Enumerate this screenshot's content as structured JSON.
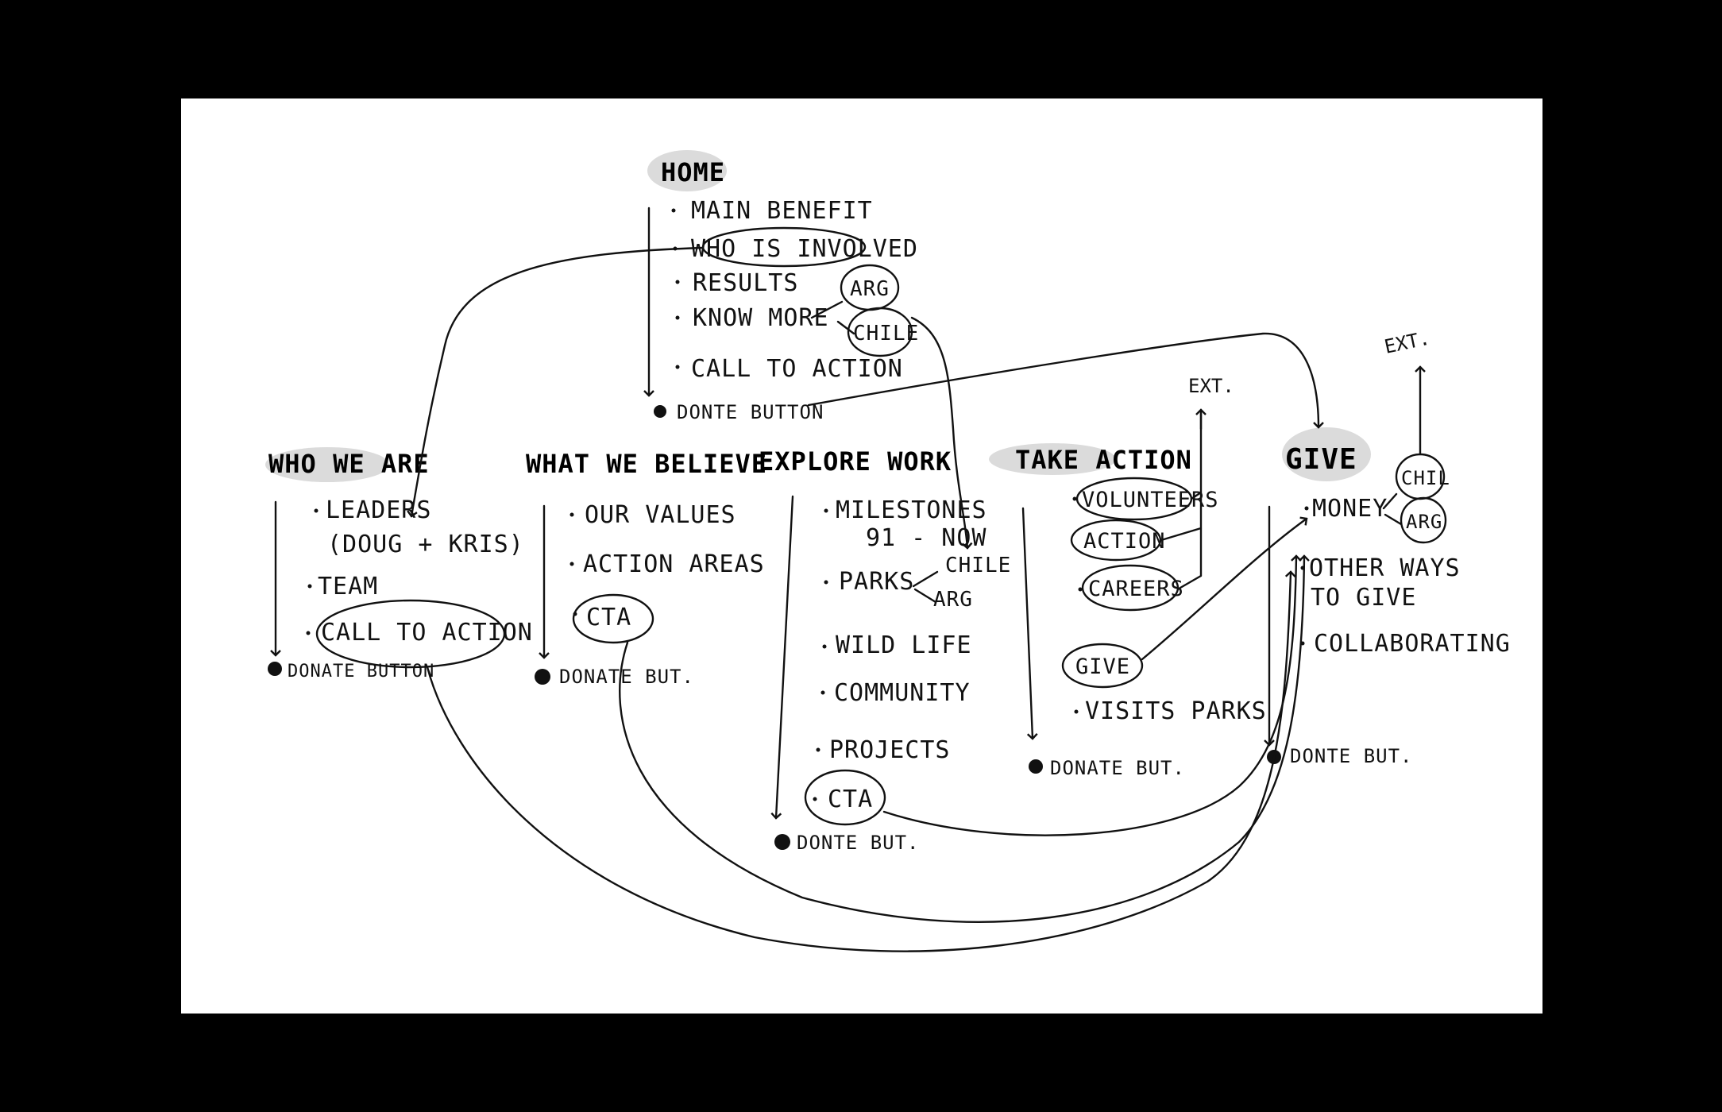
{
  "home": {
    "title": "HOME",
    "items": [
      "MAIN BENEFIT",
      "WHO IS INVOLVED",
      "RESULTS",
      "KNOW MORE",
      "CALL TO ACTION"
    ],
    "donate": "DONTE BUTTON",
    "country_a": "ARG",
    "country_b": "CHILE"
  },
  "who_we_are": {
    "title": "WHO WE ARE",
    "items": [
      "LEADERS",
      "(DOUG + KRIS)",
      "TEAM",
      "CALL TO ACTION"
    ],
    "donate": "DONATE BUTTON"
  },
  "what_we_believe": {
    "title": "WHAT WE BELIEVE",
    "items": [
      "OUR VALUES",
      "ACTION AREAS",
      "CTA"
    ],
    "donate": "DONATE BUT."
  },
  "explore_work": {
    "title": "EXPLORE WORK",
    "items": [
      "MILESTONES",
      "91 - NOW",
      "PARKS",
      "CHILE",
      "ARG",
      "WILD LIFE",
      "COMMUNITY",
      "PROJECTS",
      "CTA"
    ],
    "donate": "DONTE BUT."
  },
  "take_action": {
    "title": "TAKE ACTION",
    "items": [
      "VOLUNTEERS",
      "ACTION",
      "CAREERS",
      "GIVE",
      "VISITS PARKS"
    ],
    "ext": "EXT.",
    "donate": "DONATE BUT."
  },
  "give": {
    "title": "GIVE",
    "items": [
      "MONEY",
      "OTHER WAYS",
      "TO GIVE",
      "COLLABORATING"
    ],
    "country_a": "CHIL",
    "country_b": "ARG",
    "ext": "EXT.",
    "donate": "DONTE BUT."
  }
}
